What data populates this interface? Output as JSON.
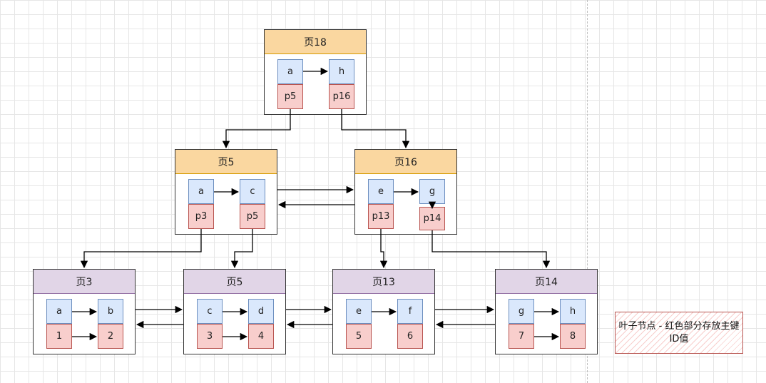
{
  "pages": {
    "p18": {
      "title": "页18",
      "k1": "a",
      "v1": "p5",
      "k2": "h",
      "v2": "p16"
    },
    "p5": {
      "title": "页5",
      "k1": "a",
      "v1": "p3",
      "k2": "c",
      "v2": "p5"
    },
    "p16": {
      "title": "页16",
      "k1": "e",
      "v1": "p13",
      "k2": "g",
      "v2": "p14"
    },
    "l3": {
      "title": "页3",
      "k1": "a",
      "v1": "1",
      "k2": "b",
      "v2": "2"
    },
    "l5": {
      "title": "页5",
      "k1": "c",
      "v1": "3",
      "k2": "d",
      "v2": "4"
    },
    "l13": {
      "title": "页13",
      "k1": "e",
      "v1": "5",
      "k2": "f",
      "v2": "6"
    },
    "l14": {
      "title": "页14",
      "k1": "g",
      "v1": "7",
      "k2": "h",
      "v2": "8"
    }
  },
  "note": {
    "text": "叶子节点 - 红色部分存放主键ID值"
  },
  "colors": {
    "root_header": "#fad7a0",
    "leaf_header": "#e1d5e7",
    "key_cell": "#dae8fc",
    "value_cell": "#f8cecc",
    "note_border": "#b85450"
  }
}
